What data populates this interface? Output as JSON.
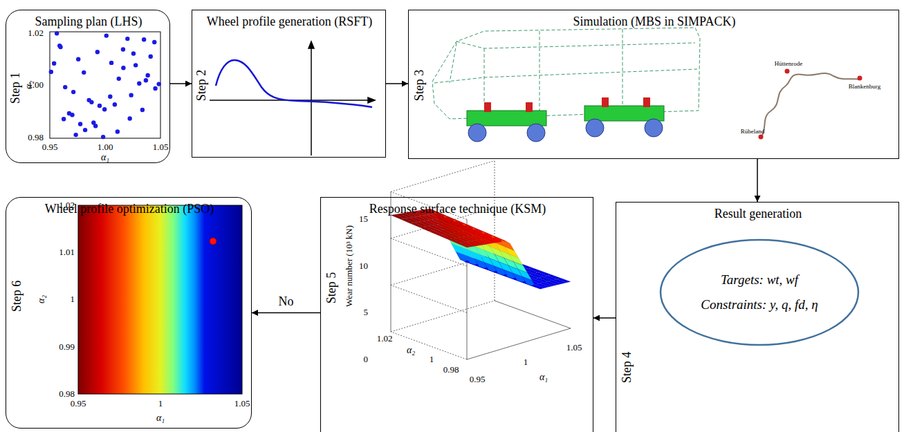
{
  "diagram": {
    "nodes": [
      {
        "text": [
          "Sampling plan (LHS)",
          "Step 1"
        ]
      },
      {
        "text": [
          "Wheel profile generation (RSFT)",
          "Step 2"
        ]
      },
      {
        "text": [
          "Simulation (MBS in SIMPACK)",
          "Step 3"
        ]
      },
      {
        "text": [
          "Result generation",
          "Step 4"
        ]
      },
      {
        "text": [
          "Targets: wt, wf",
          "Constraints: y, q, fd, η"
        ],
        "in": 3
      },
      {
        "text": [
          "Response surface technique (KSM)",
          "Step 5"
        ]
      },
      {
        "text": [
          "Wheel profile optimization (PSO)",
          "Step 6"
        ]
      }
    ],
    "edges": [
      {
        "from": 0,
        "to": 1,
        "arrow": "to"
      },
      {
        "from": 1,
        "to": 2,
        "arrow": "to"
      },
      {
        "from": 2,
        "to": 3,
        "arrow": "to"
      },
      {
        "from": 3,
        "to": 5,
        "arrow": "to"
      },
      {
        "from": 5,
        "to": 6,
        "label": "No",
        "arrow": "to"
      }
    ],
    "labels": [
      "1.02",
      "1.00",
      "0.98",
      "α₂",
      "0.95",
      "1.00",
      "1.05",
      "α₁",
      "Hüttenrode",
      "Blankenburg",
      "Rübeland",
      "Wear number (10³ kN)",
      "15",
      "10",
      "5",
      "0",
      "1.02",
      "α₂",
      "1",
      "0.98",
      "0.95",
      "1",
      "α₁",
      "1.05",
      "1.02",
      "1.01",
      "1",
      "0.99",
      "0.98",
      "α₂",
      "0.95",
      "1",
      "1.05",
      "α₁"
    ]
  }
}
